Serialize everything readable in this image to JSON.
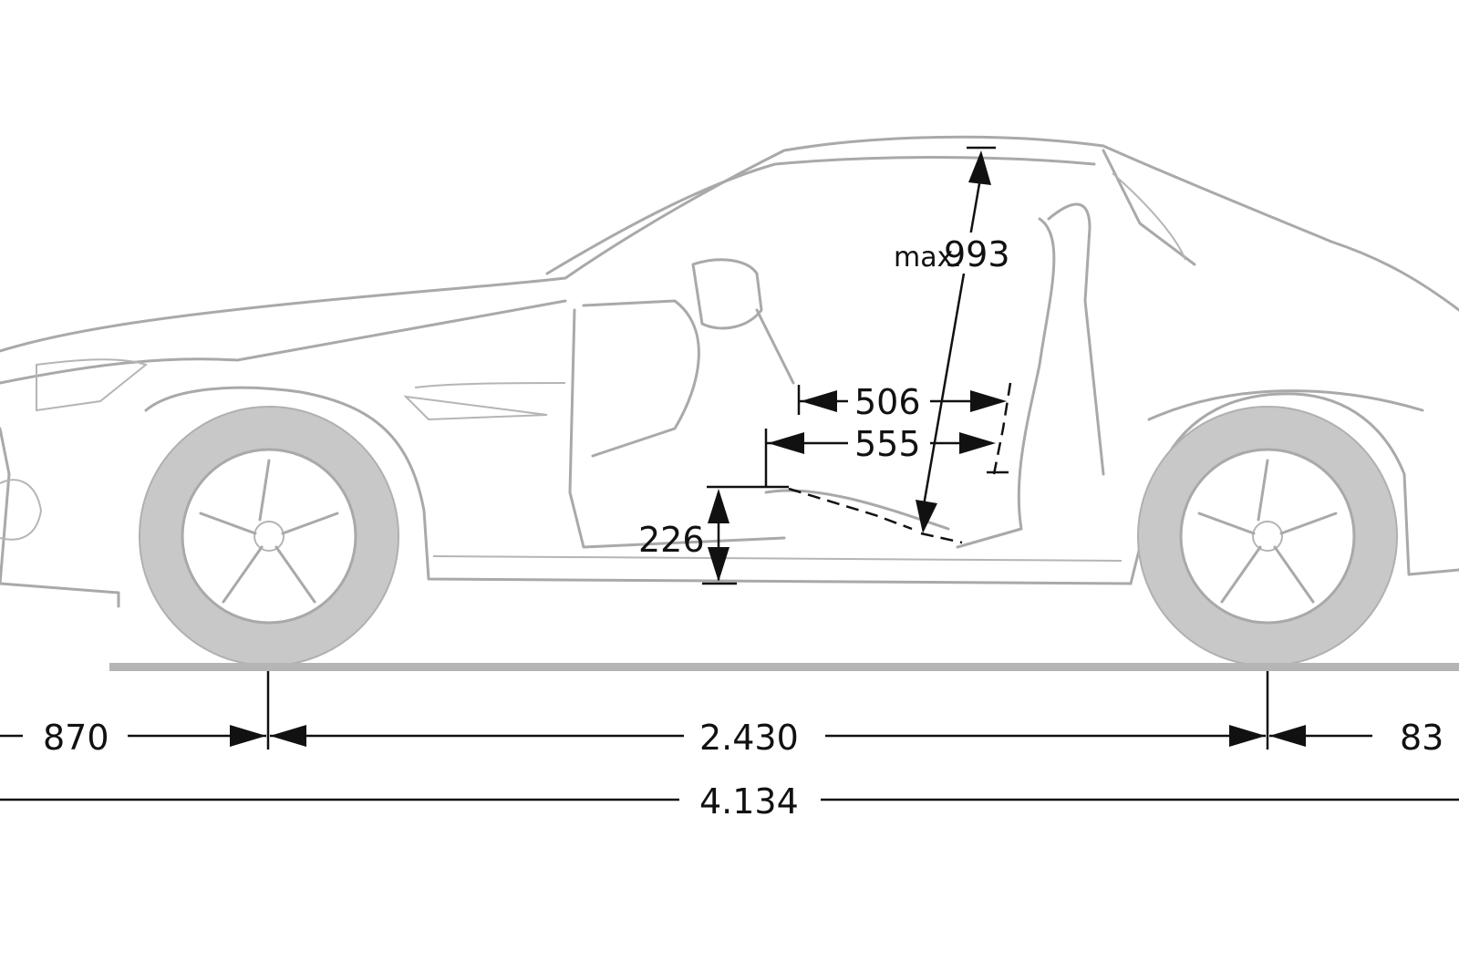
{
  "dimensions": {
    "headroom": {
      "prefix": "max.",
      "value": "993"
    },
    "seat_depth_a": "506",
    "seat_depth_b": "555",
    "seat_height": "226",
    "front_overhang": "870",
    "wheelbase": "2.430",
    "rear_overhang": "83",
    "overall_length": "4.134"
  },
  "colors": {
    "drawing": "#a9a9a9",
    "tyre": "#c8c8c8",
    "dimension": "#111111"
  }
}
